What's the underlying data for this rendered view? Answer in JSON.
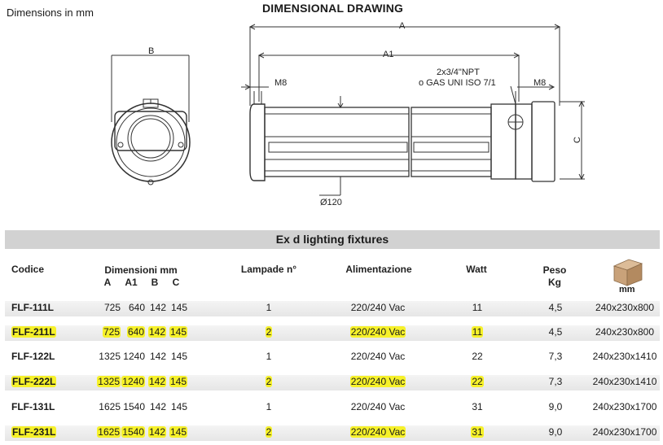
{
  "header": {
    "units_note": "Dimensions in mm",
    "drawing_title": "DIMENSIONAL DRAWING"
  },
  "drawing": {
    "label_a": "A",
    "label_a1": "A1",
    "label_b": "B",
    "label_c": "C",
    "label_m8_left": "M8",
    "label_m8_right": "M8",
    "label_npt_line1": "2x3/4\"NPT",
    "label_npt_line2": "o GAS UNI ISO 7/1",
    "label_diameter": "Ø120"
  },
  "table": {
    "title": "Ex d lighting fixtures",
    "headers": {
      "codice": "Codice",
      "dimensioni": "Dimensioni mm",
      "sub_a": "A",
      "sub_a1": "A1",
      "sub_b": "B",
      "sub_c": "C",
      "lampade": "Lampade n°",
      "alimentazione": "Alimentazione",
      "watt": "Watt",
      "peso": "Peso",
      "kg": "Kg",
      "mm": "mm"
    },
    "rows": [
      {
        "code": "FLF-111L",
        "a": "725",
        "a1": "640",
        "b": "142",
        "c": "145",
        "lamps": "1",
        "power": "220/240 Vac",
        "watt": "11",
        "weight": "4,5",
        "pack": "240x230x800"
      },
      {
        "code": "FLF-211L",
        "a": "725",
        "a1": "640",
        "b": "142",
        "c": "145",
        "lamps": "2",
        "power": "220/240 Vac",
        "watt": "11",
        "weight": "4,5",
        "pack": "240x230x800"
      },
      {
        "code": "FLF-122L",
        "a": "1325",
        "a1": "1240",
        "b": "142",
        "c": "145",
        "lamps": "1",
        "power": "220/240 Vac",
        "watt": "22",
        "weight": "7,3",
        "pack": "240x230x1410"
      },
      {
        "code": "FLF-222L",
        "a": "1325",
        "a1": "1240",
        "b": "142",
        "c": "145",
        "lamps": "2",
        "power": "220/240 Vac",
        "watt": "22",
        "weight": "7,3",
        "pack": "240x230x1410"
      },
      {
        "code": "FLF-131L",
        "a": "1625",
        "a1": "1540",
        "b": "142",
        "c": "145",
        "lamps": "1",
        "power": "220/240 Vac",
        "watt": "31",
        "weight": "9,0",
        "pack": "240x230x1700"
      },
      {
        "code": "FLF-231L",
        "a": "1625",
        "a1": "1540",
        "b": "142",
        "c": "145",
        "lamps": "2",
        "power": "220/240 Vac",
        "watt": "31",
        "weight": "9,0",
        "pack": "240x230x1700"
      }
    ]
  },
  "colors": {
    "highlight": "#f6f12a",
    "title_band": "#d2d2d2",
    "row_shade": "#e9e9e9",
    "box_icon": "#c9a27a"
  }
}
